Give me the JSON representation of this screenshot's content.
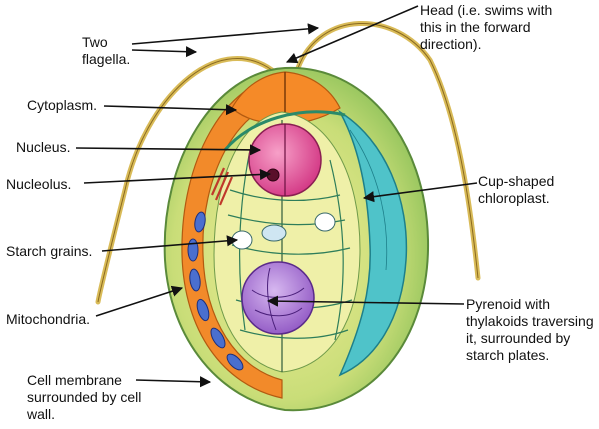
{
  "labels": {
    "flagella": "Two\nflagella.",
    "head": "Head (i.e. swims with\nthis in the forward\ndirection).",
    "cytoplasm": "Cytoplasm.",
    "nucleus": "Nucleus.",
    "nucleolus": "Nucleolus.",
    "chloroplast": "Cup-shaped\nchloroplast.",
    "starch": "Starch grains.",
    "mitochondria": "Mitochondria.",
    "pyrenoid": "Pyrenoid with\nthylakoids traversing\nit, surrounded by\nstarch plates.",
    "membrane": "Cell membrane\nsurrounded by cell\nwall."
  },
  "colors": {
    "arrow": "#111111",
    "cytoplasm": "#f28a2a",
    "chloroplast": "#4fc3c9",
    "nucleus": "#e0418f",
    "pyrenoid": "#9a5fc7",
    "cell_wall": "#c9d86a"
  }
}
